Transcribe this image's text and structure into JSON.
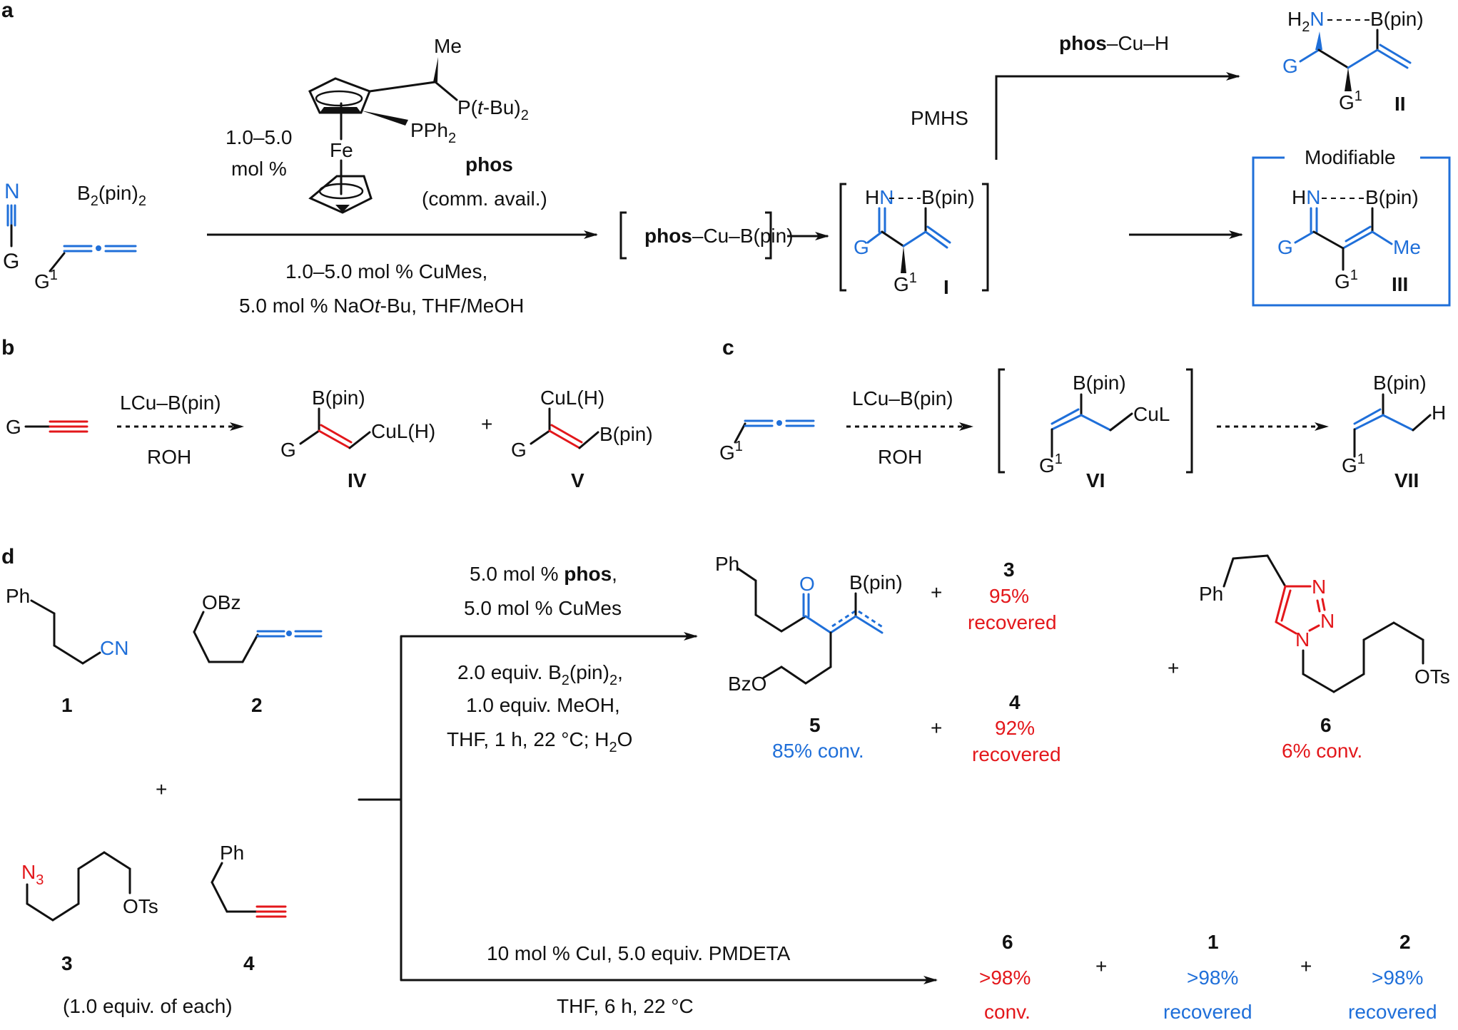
{
  "colors": {
    "blue": "#1f6fd9",
    "red": "#e3171b",
    "black": "#111111"
  },
  "panels": {
    "a": {
      "label": "a",
      "reactant_nitrile": {
        "N": "N",
        "G": "G"
      },
      "reactant_allene": {
        "G1": "G",
        "G1_sup": "1"
      },
      "b2pin2": {
        "B": "B",
        "s1": "2",
        "pin": "(pin)",
        "s2": "2"
      },
      "catalyst_loading": [
        "1.0–5.0",
        "mol %"
      ],
      "ligand": {
        "Me": "Me",
        "PtBu2_pre": "P(",
        "tBu_t": "t",
        "tBu_rest": "-Bu)",
        "PtBu2_sub": "2",
        "PPh2": "PPh",
        "PPh2_sub": "2",
        "Fe": "Fe",
        "name": "phos",
        "note": "(comm. avail.)"
      },
      "conditions_below": [
        "1.0–5.0 mol % CuMes,",
        "5.0 mol % NaO",
        "t",
        "-Bu, THF/MeOH"
      ],
      "intermediate_cu": {
        "phos": "phos",
        "rest": "–Cu–B(pin)"
      },
      "pmhs": "PMHS",
      "hydride": {
        "phos": "phos",
        "rest": "–Cu–H"
      },
      "I": {
        "H": "H",
        "N": "N",
        "Bpin": "B(pin)",
        "G": "G",
        "G1": "G",
        "G1_sup": "1",
        "label": "I"
      },
      "II": {
        "H2": "H",
        "H2_sub": "2",
        "N": "N",
        "Bpin": "B(pin)",
        "G": "G",
        "G1": "G",
        "G1_sup": "1",
        "label": "II"
      },
      "III": {
        "H": "H",
        "N": "N",
        "Bpin": "B(pin)",
        "G": "G",
        "Me": "Me",
        "G1": "G",
        "G1_sup": "1",
        "label": "III",
        "box_title": "Modifiable"
      }
    },
    "b": {
      "label": "b",
      "reactant": {
        "G": "G"
      },
      "reagent": "LCu–B(pin)",
      "solvent": "ROH",
      "IV": {
        "Bpin": "B(pin)",
        "CuLH": "CuL(H)",
        "G": "G",
        "label": "IV"
      },
      "plus": "+",
      "V": {
        "CuLH": "CuL(H)",
        "Bpin": "B(pin)",
        "G": "G",
        "label": "V"
      }
    },
    "c": {
      "label": "c",
      "reactant": {
        "G1": "G",
        "G1_sup": "1"
      },
      "reagent": "LCu–B(pin)",
      "solvent": "ROH",
      "VI": {
        "Bpin": "B(pin)",
        "CuL": "CuL",
        "G1": "G",
        "G1_sup": "1",
        "label": "VI"
      },
      "VII": {
        "Bpin": "B(pin)",
        "H": "H",
        "G1": "G",
        "G1_sup": "1",
        "label": "VII"
      }
    },
    "d": {
      "label": "d",
      "compound1": {
        "Ph": "Ph",
        "CN": "CN",
        "label": "1"
      },
      "compound2": {
        "OBz": "OBz",
        "label": "2"
      },
      "plus": "+",
      "compound3": {
        "N3": "N",
        "N3_sub": "3",
        "OTs": "OTs",
        "label": "3"
      },
      "compound4": {
        "Ph": "Ph",
        "label": "4"
      },
      "equiv_note": "(1.0 equiv. of each)",
      "top_conditions_above": [
        "5.0 mol % ",
        "phos",
        ",",
        "5.0 mol % CuMes"
      ],
      "top_conditions_below": [
        "2.0 equiv. B",
        "2",
        "(pin)",
        "2",
        ",",
        "1.0 equiv. MeOH,",
        "THF, 1 h, 22 °C; H",
        "2",
        "O"
      ],
      "product5": {
        "Ph": "Ph",
        "O": "O",
        "Bpin": "B(pin)",
        "BzO": "BzO",
        "label": "5",
        "result": "85% conv."
      },
      "recovered3": {
        "label": "3",
        "pct": "95%",
        "word": "recovered"
      },
      "recovered4": {
        "label": "4",
        "pct": "92%",
        "word": "recovered"
      },
      "product6": {
        "Ph": "Ph",
        "N": "N",
        "OTs": "OTs",
        "label": "6",
        "result": "6% conv."
      },
      "bottom_conditions_above": "10 mol % CuI, 5.0 equiv. PMDETA",
      "bottom_conditions_below": "THF, 6 h, 22 °C",
      "bottom_results": [
        {
          "label": "6",
          "pct": ">98%",
          "word": "conv.",
          "color": "red"
        },
        {
          "label": "1",
          "pct": ">98%",
          "word": "recovered",
          "color": "blue"
        },
        {
          "label": "2",
          "pct": ">98%",
          "word": "recovered",
          "color": "blue"
        }
      ]
    }
  }
}
